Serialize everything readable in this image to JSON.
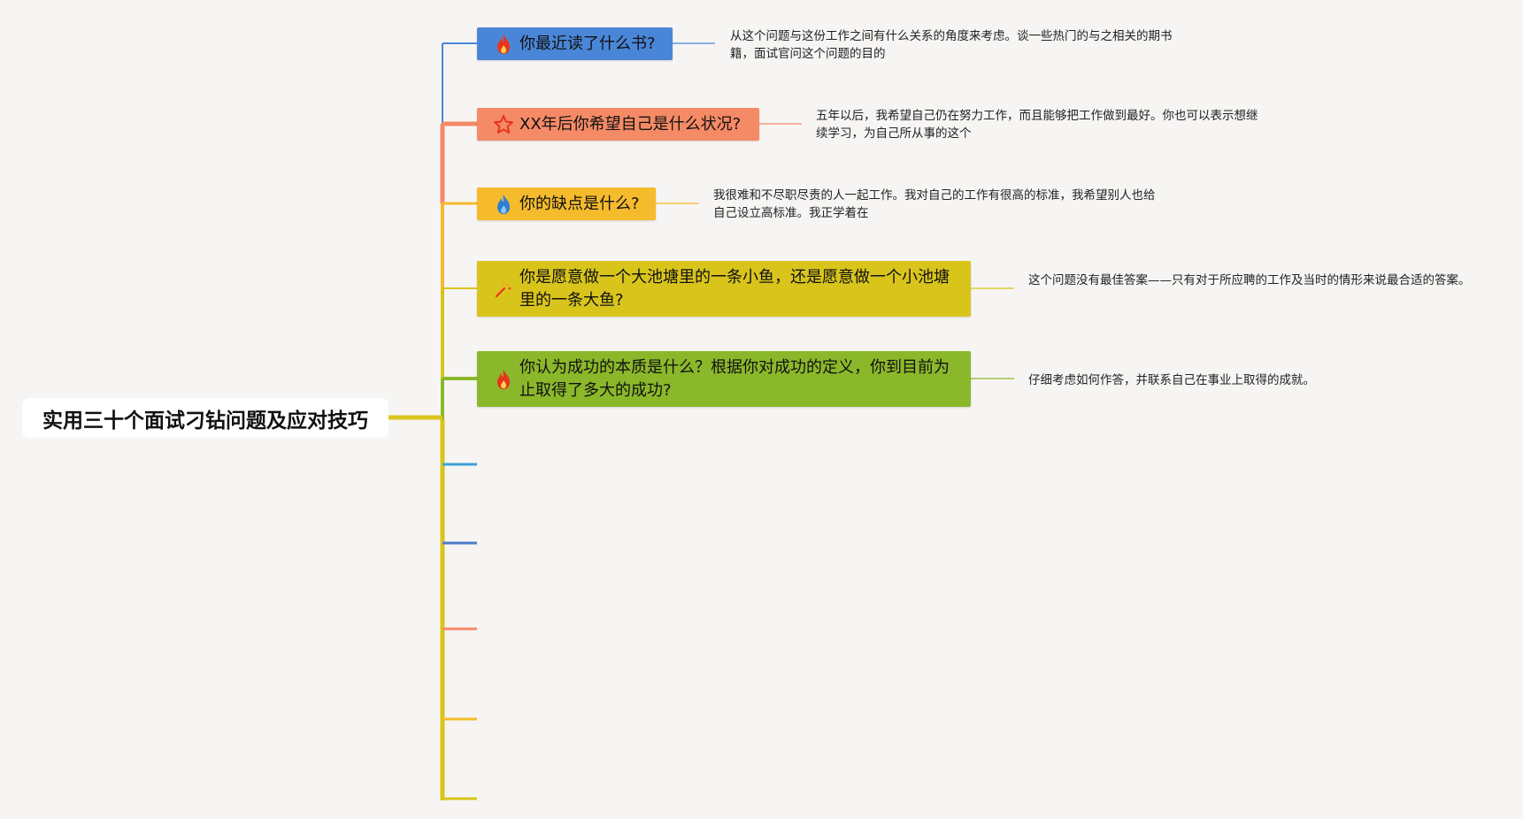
{
  "root": {
    "label": "实用三十个面试刁钻问题及应对技巧"
  },
  "topics": [
    {
      "label": "你最近读了什么书?",
      "icon": "fire-icon",
      "color": "#4a86d8",
      "icon_color": "#e8341c",
      "note": "从这个问题与这份工作之间有什么关系的角度来考虑。谈一些热门的与之相关的期书籍，面试官问这个问题的目的"
    },
    {
      "label": "XX年后你希望自己是什么状况?",
      "icon": "star-icon",
      "color": "#f58a66",
      "icon_color": "#e8341c",
      "note": "五年以后，我希望自己仍在努力工作，而且能够把工作做到最好。你也可以表示想继续学习，为自己所从事的这个"
    },
    {
      "label": "你的缺点是什么?",
      "icon": "flame-blue-icon",
      "color": "#f5bb2d",
      "icon_color": "#2d7fd6",
      "note": "我很难和不尽职尽责的人一起工作。我对自己的工作有很高的标准，我希望别人也给自己设立高标准。我正学着在"
    },
    {
      "label": "你是愿意做一个大池塘里的一条小鱼，还是愿意做一个小池塘里的一条大鱼?",
      "icon": "sparkle-icon",
      "color": "#d9c41c",
      "icon_color": "#e8341c",
      "note": "这个问题没有最佳答案——只有对于所应聘的工作及当时的情形来说最合适的答案。"
    },
    {
      "label": "你认为成功的本质是什么？根据你对成功的定义，你到目前为止取得了多大的成功?",
      "icon": "fire-icon",
      "color": "#8bb82a",
      "icon_color": "#e8341c",
      "note": "仔细考虑如何作答，并联系自己在事业上取得的成就。"
    }
  ],
  "empty_branch_colors": [
    "#3aa3d6",
    "#4a7ec8",
    "#f58a66",
    "#f5bb2d",
    "#d9c41c"
  ],
  "trunk_colors": {
    "root_link": "#d9c41c",
    "trunk": "#d9c41c"
  }
}
